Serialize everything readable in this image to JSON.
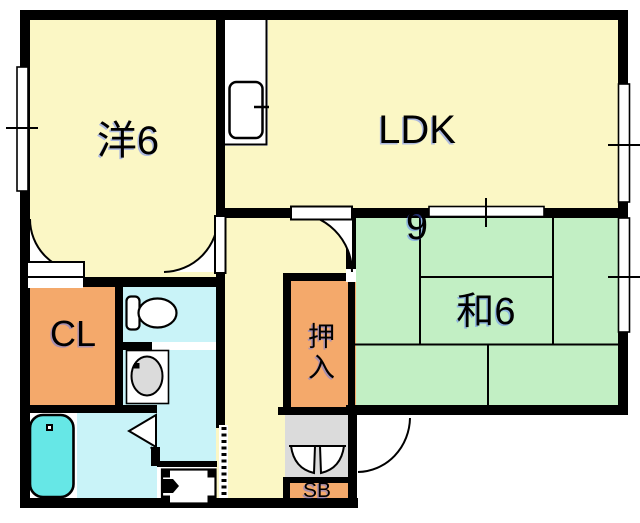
{
  "plan_title": "apartment-floor-plan",
  "rooms": {
    "western": {
      "label": "洋6"
    },
    "ldk": {
      "label": "LDK",
      "size": "9"
    },
    "japanese": {
      "label": "和6"
    },
    "closet": {
      "label": "CL"
    },
    "oshiire": {
      "label": "押入"
    },
    "shoebox": {
      "label": "SB"
    }
  },
  "fixtures": [
    "bathtub",
    "toilet",
    "washbasin",
    "washing-machine-pan",
    "refrigerator-space",
    "entrance-door",
    "door-swing",
    "folding-door",
    "window"
  ],
  "colors": {
    "room_yellow": "#FBF7C5",
    "tatami_green": "#C2EFC4",
    "storage_orange": "#F4A96B",
    "wet_cyan": "#C9F3F8",
    "bathtub_aqua": "#66E7E6",
    "entry_gray": "#DBDBDB",
    "wall_black": "#000000"
  }
}
